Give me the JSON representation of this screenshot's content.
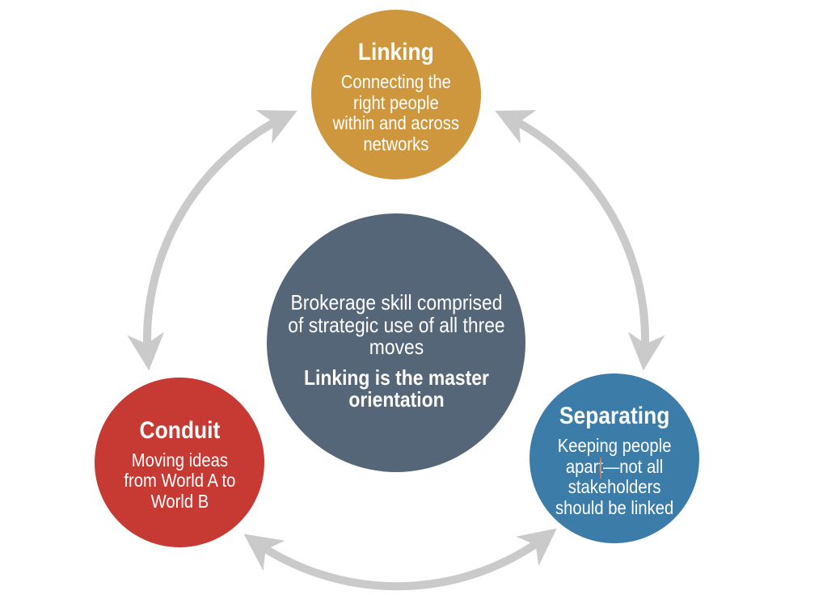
{
  "diagram": {
    "type": "cycle-diagram",
    "colors": {
      "linking": "#cf973d",
      "conduit": "#c73a34",
      "separating": "#3c7ca8",
      "center": "#566679",
      "arrow": "#cacaca",
      "text": "#ffffff"
    },
    "center": {
      "lines": [
        "Brokerage skill comprised",
        "of strategic use of all three",
        "moves"
      ],
      "emphasis_lines": [
        "Linking is the master",
        "orientation"
      ]
    },
    "nodes": {
      "linking": {
        "title": "Linking",
        "lines": [
          "Connecting the",
          "right people",
          "within and across",
          "networks"
        ],
        "position": "top"
      },
      "conduit": {
        "title": "Conduit",
        "lines": [
          "Moving ideas",
          "from World A to",
          "World B"
        ],
        "position": "bottom-left"
      },
      "separating": {
        "title": "Separating",
        "lines": [
          "Keeping people",
          "apart—not all",
          "stakeholders",
          "should be linked"
        ],
        "position": "bottom-right"
      }
    },
    "arrows": [
      {
        "between": [
          "Linking",
          "Conduit"
        ],
        "bidirectional": true,
        "side": "left"
      },
      {
        "between": [
          "Linking",
          "Separating"
        ],
        "bidirectional": true,
        "side": "right"
      },
      {
        "between": [
          "Conduit",
          "Separating"
        ],
        "bidirectional": true,
        "side": "bottom"
      }
    ]
  }
}
